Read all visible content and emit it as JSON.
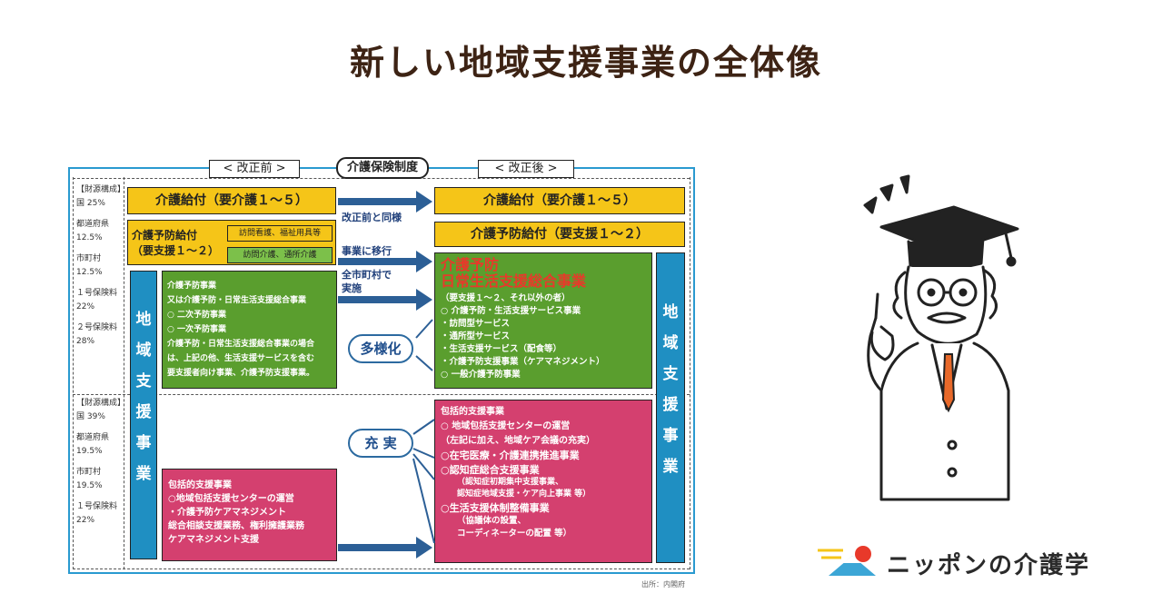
{
  "title": "新しい地域支援事業の全体像",
  "header": {
    "before": "< 改正前 >",
    "center": "介護保険制度",
    "after": "< 改正後 >"
  },
  "funding": {
    "upper": [
      "【財源構成】",
      "国 25%",
      "都道府県",
      "12.5%",
      "市町村",
      "12.5%",
      "１号保険料",
      "22%",
      "２号保険料",
      "28%"
    ],
    "lower": [
      "【財源構成】",
      "国 39%",
      "都道府県",
      "19.5%",
      "市町村",
      "19.5%",
      "１号保険料",
      "22%"
    ]
  },
  "before": {
    "kaigo_kyufu": "介護給付（要介護１～５）",
    "yobo_kyufu": [
      "介護予防給付",
      "（要支援１～２）"
    ],
    "sub1": "訪問看護、福祉用具等",
    "sub2": "訪問介護、通所介護",
    "column": [
      "地",
      "域",
      "支",
      "援",
      "事",
      "業"
    ],
    "green_lines": [
      "介護予防事業",
      "又は介護予防・日常生活支援総合事業",
      "○ 二次予防事業",
      "○ 一次予防事業",
      "介護予防・日常生活支援総合事業の場合",
      "は、上記の他、生活支援サービスを含む",
      "要支援者向け事業、介護予防支援事業。"
    ],
    "pink_lines": [
      "包括的支援事業",
      "○地域包括支援センターの運営",
      "・介護予防ケアマネジメント",
      "総合相談支援業務、権利擁護業務",
      "ケアマネジメント支援"
    ]
  },
  "arrows": {
    "same": "改正前と同様",
    "move": "事業に移行",
    "all_city": [
      "全市町村で",
      "実施"
    ],
    "tayoka": "多様化",
    "jujitsu": "充 実"
  },
  "after": {
    "kaigo_kyufu": "介護給付（要介護１～５）",
    "yobo_kyufu": "介護予防給付（要支援１～２）",
    "column": [
      "地",
      "域",
      "支",
      "援",
      "事",
      "業"
    ],
    "green_title": [
      "介護予防",
      "日常生活支援総合事業"
    ],
    "green_lines": [
      "（要支援１～２、それ以外の者）",
      "○ 介護予防・生活支援サービス事業",
      "・訪問型サービス",
      "・通所型サービス",
      "・生活支援サービス（配食等）",
      "・介護予防支援事業（ケアマネジメント）",
      "○ 一般介護予防事業"
    ],
    "pink_lines": [
      "包括的支援事業",
      "○ 地域包括支援センターの運営",
      "（左記に加え、地域ケア会議の充実）"
    ],
    "pink_strong": [
      "○在宅医療・介護連携推進事業",
      "○認知症総合支援事業"
    ],
    "pink_sub1": [
      "（認知症初期集中支援事業、",
      "認知症地域支援・ケア向上事業 等）"
    ],
    "pink_strong2": "○生活支援体制整備事業",
    "pink_sub2": [
      "（協議体の設置、",
      "コーディネーターの配置 等）"
    ]
  },
  "credit": "出所：内閣府",
  "brand": "ニッポンの介護学",
  "colors": {
    "yellow": "#f5c518",
    "green": "#5a9e2e",
    "pink": "#d4406f",
    "blue": "#1f8fc2",
    "frame": "#2a9ad0",
    "arrow": "#2c5f96",
    "accent_red": "#e8392a"
  }
}
